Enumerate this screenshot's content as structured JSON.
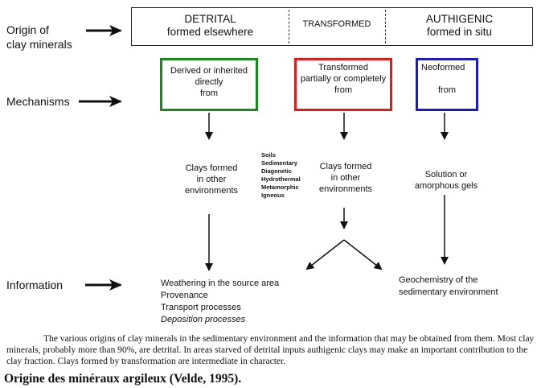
{
  "rows": {
    "origin": "Origin of\nclay minerals",
    "mechanisms": "Mechanisms",
    "information": "Information"
  },
  "origins": {
    "detrital": {
      "title": "DETRITAL",
      "subtitle": "formed elsewhere"
    },
    "transformed": {
      "title": "TRANSFORMED"
    },
    "authigenic": {
      "title": "AUTHIGENIC",
      "subtitle": "formed in situ"
    }
  },
  "mechanism_boxes": {
    "detrital": "Derived or inherited\ndirectly\nfrom",
    "transformed": "Transformed\npartially or completely\nfrom",
    "authigenic_title": "Neoformed",
    "authigenic_from": "from"
  },
  "sources": {
    "detrital": "Clays formed\nin other\nenvironments",
    "environments_list": [
      "Soils",
      "Sedimentary",
      "Diagenetic",
      "Hydrothermal",
      "Metamorphic",
      "Igneous"
    ],
    "transformed": "Clays formed\nin other\nenvironments",
    "authigenic": "Solution or\namorphous gels"
  },
  "information": {
    "detrital": [
      "Weathering in the source area",
      "Provenance",
      "Transport processes",
      "Deposition processes"
    ],
    "authigenic": "Geochemistry of the\nsedimentary environment"
  },
  "caption": "The various origins of clay minerals in the sedimentary environment and the information that may be obtained from them. Most clay minerals, probably more than 90%, are detrital. In areas starved of detrital inputs authigenic clays may make an important contribution to the clay fraction. Clays formed by transformation are intermediate in character.",
  "footer": "Origine des minéraux argileux (Velde, 1995).",
  "colors": {
    "detrital_box": "#1a8a1a",
    "transformed_box": "#e81818",
    "authigenic_box": "#1a1acc"
  }
}
